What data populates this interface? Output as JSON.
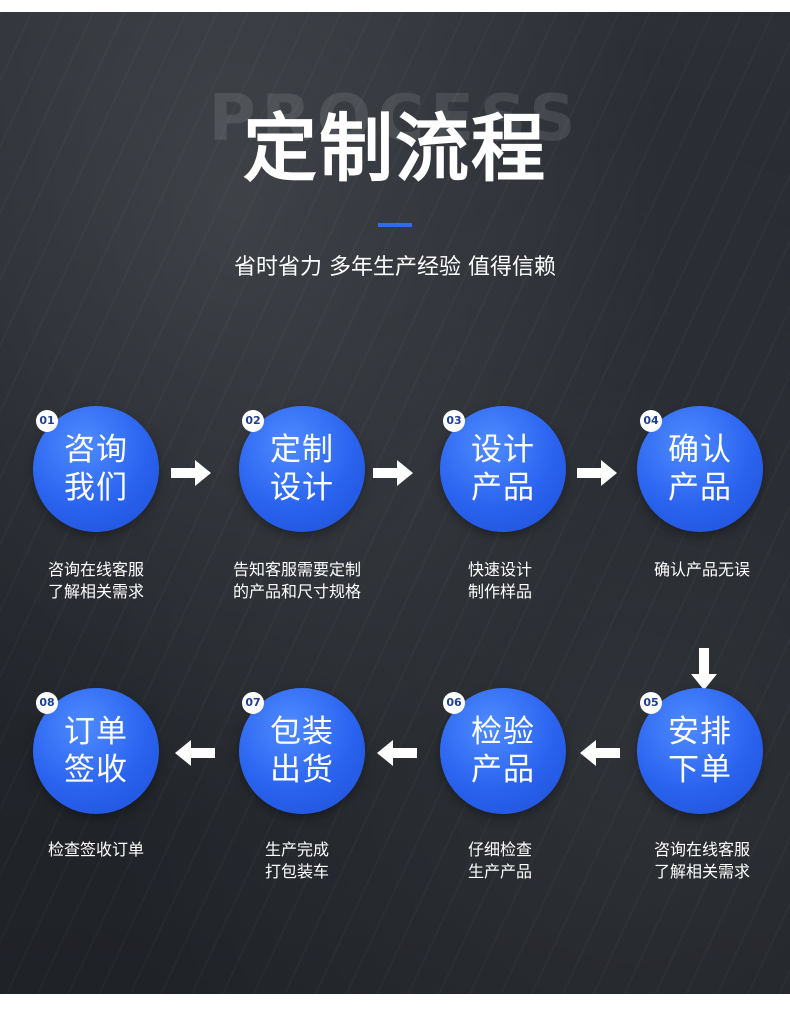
{
  "header": {
    "watermark": "PROCESS",
    "title": "定制流程",
    "subtitle": "省时省力  多年生产经验 值得信赖"
  },
  "steps": [
    {
      "number": "01",
      "line1": "咨询",
      "line2": "我们",
      "desc1": "咨询在线客服",
      "desc2": "了解相关需求"
    },
    {
      "number": "02",
      "line1": "定制",
      "line2": "设计",
      "desc1": "告知客服需要定制",
      "desc2": "的产品和尺寸规格"
    },
    {
      "number": "03",
      "line1": "设计",
      "line2": "产品",
      "desc1": "快速设计",
      "desc2": "制作样品"
    },
    {
      "number": "04",
      "line1": "确认",
      "line2": "产品",
      "desc1": "确认产品无误",
      "desc2": ""
    },
    {
      "number": "05",
      "line1": "安排",
      "line2": "下单",
      "desc1": "咨询在线客服",
      "desc2": "了解相关需求"
    },
    {
      "number": "06",
      "line1": "检验",
      "line2": "产品",
      "desc1": "仔细检查",
      "desc2": "生产产品"
    },
    {
      "number": "07",
      "line1": "包装",
      "line2": "出货",
      "desc1": "生产完成",
      "desc2": "打包装车"
    },
    {
      "number": "08",
      "line1": "订单",
      "line2": "签收",
      "desc1": "检查签收订单",
      "desc2": ""
    }
  ],
  "icons": {
    "arrow_right": "arrow-right-icon",
    "arrow_left": "arrow-left-icon",
    "arrow_down": "arrow-down-icon"
  },
  "colors": {
    "background": "#26292f",
    "circle": "#2a63ef",
    "accent_bar": "#2f6bf0",
    "text": "#ffffff"
  }
}
